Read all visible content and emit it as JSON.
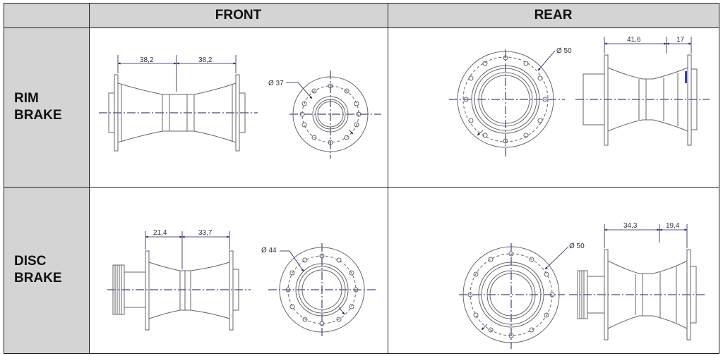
{
  "header": {
    "front": "FRONT",
    "rear": "REAR"
  },
  "rows": [
    {
      "label_line1": "RIM",
      "label_line2": "BRAKE"
    },
    {
      "label_line1": "DISC",
      "label_line2": "BRAKE"
    }
  ],
  "rim_front": {
    "dim_left": "38,2",
    "dim_right": "38,2",
    "diameter": "Ø 37"
  },
  "rim_rear": {
    "dim_left": "41,6",
    "dim_right": "17",
    "diameter": "Ø 50"
  },
  "disc_front": {
    "dim_left": "21,4",
    "dim_right": "33,7",
    "diameter": "Ø 44"
  },
  "disc_rear": {
    "dim_left": "34,3",
    "dim_right": "19,4",
    "diameter": "Ø 50"
  },
  "colors": {
    "header_bg": "#d4d4d4",
    "line": "#555555",
    "dim": "#1a1a5e",
    "accent": "#2b3bd6"
  }
}
